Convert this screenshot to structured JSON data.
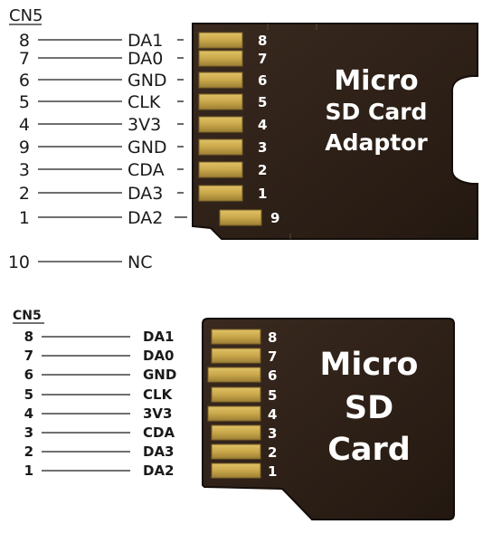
{
  "top": {
    "header": "CN5",
    "rows": [
      {
        "pin": "8",
        "signal": "DA1",
        "pad": "8"
      },
      {
        "pin": "7",
        "signal": "DA0",
        "pad": "7"
      },
      {
        "pin": "6",
        "signal": "GND",
        "pad": "6"
      },
      {
        "pin": "5",
        "signal": "CLK",
        "pad": "5"
      },
      {
        "pin": "4",
        "signal": "3V3",
        "pad": "4"
      },
      {
        "pin": "9",
        "signal": "GND",
        "pad": "3"
      },
      {
        "pin": "3",
        "signal": "CDA",
        "pad": "2"
      },
      {
        "pin": "2",
        "signal": "DA3",
        "pad": "1"
      },
      {
        "pin": "1",
        "signal": "DA2",
        "pad": "9"
      },
      {
        "pin": "10",
        "signal": "NC",
        "pad": ""
      }
    ],
    "card_title": [
      "Micro",
      "SD Card",
      "Adaptor"
    ]
  },
  "bottom": {
    "header": "CN5",
    "rows": [
      {
        "pin": "8",
        "signal": "DA1",
        "pad": "8"
      },
      {
        "pin": "7",
        "signal": "DA0",
        "pad": "7"
      },
      {
        "pin": "6",
        "signal": "GND",
        "pad": "6"
      },
      {
        "pin": "5",
        "signal": "CLK",
        "pad": "5"
      },
      {
        "pin": "4",
        "signal": "3V3",
        "pad": "4"
      },
      {
        "pin": "3",
        "signal": "CDA",
        "pad": "3"
      },
      {
        "pin": "2",
        "signal": "DA3",
        "pad": "2"
      },
      {
        "pin": "1",
        "signal": "DA2",
        "pad": "1"
      }
    ],
    "card_title": [
      "Micro",
      "SD",
      "Card"
    ]
  },
  "colors": {
    "card_body": "#2b1e17",
    "card_edge": "#1a120d",
    "pad_gold": "#c9a74a",
    "pad_gold_dark": "#8f7430",
    "lines": "#1a1a1a"
  }
}
